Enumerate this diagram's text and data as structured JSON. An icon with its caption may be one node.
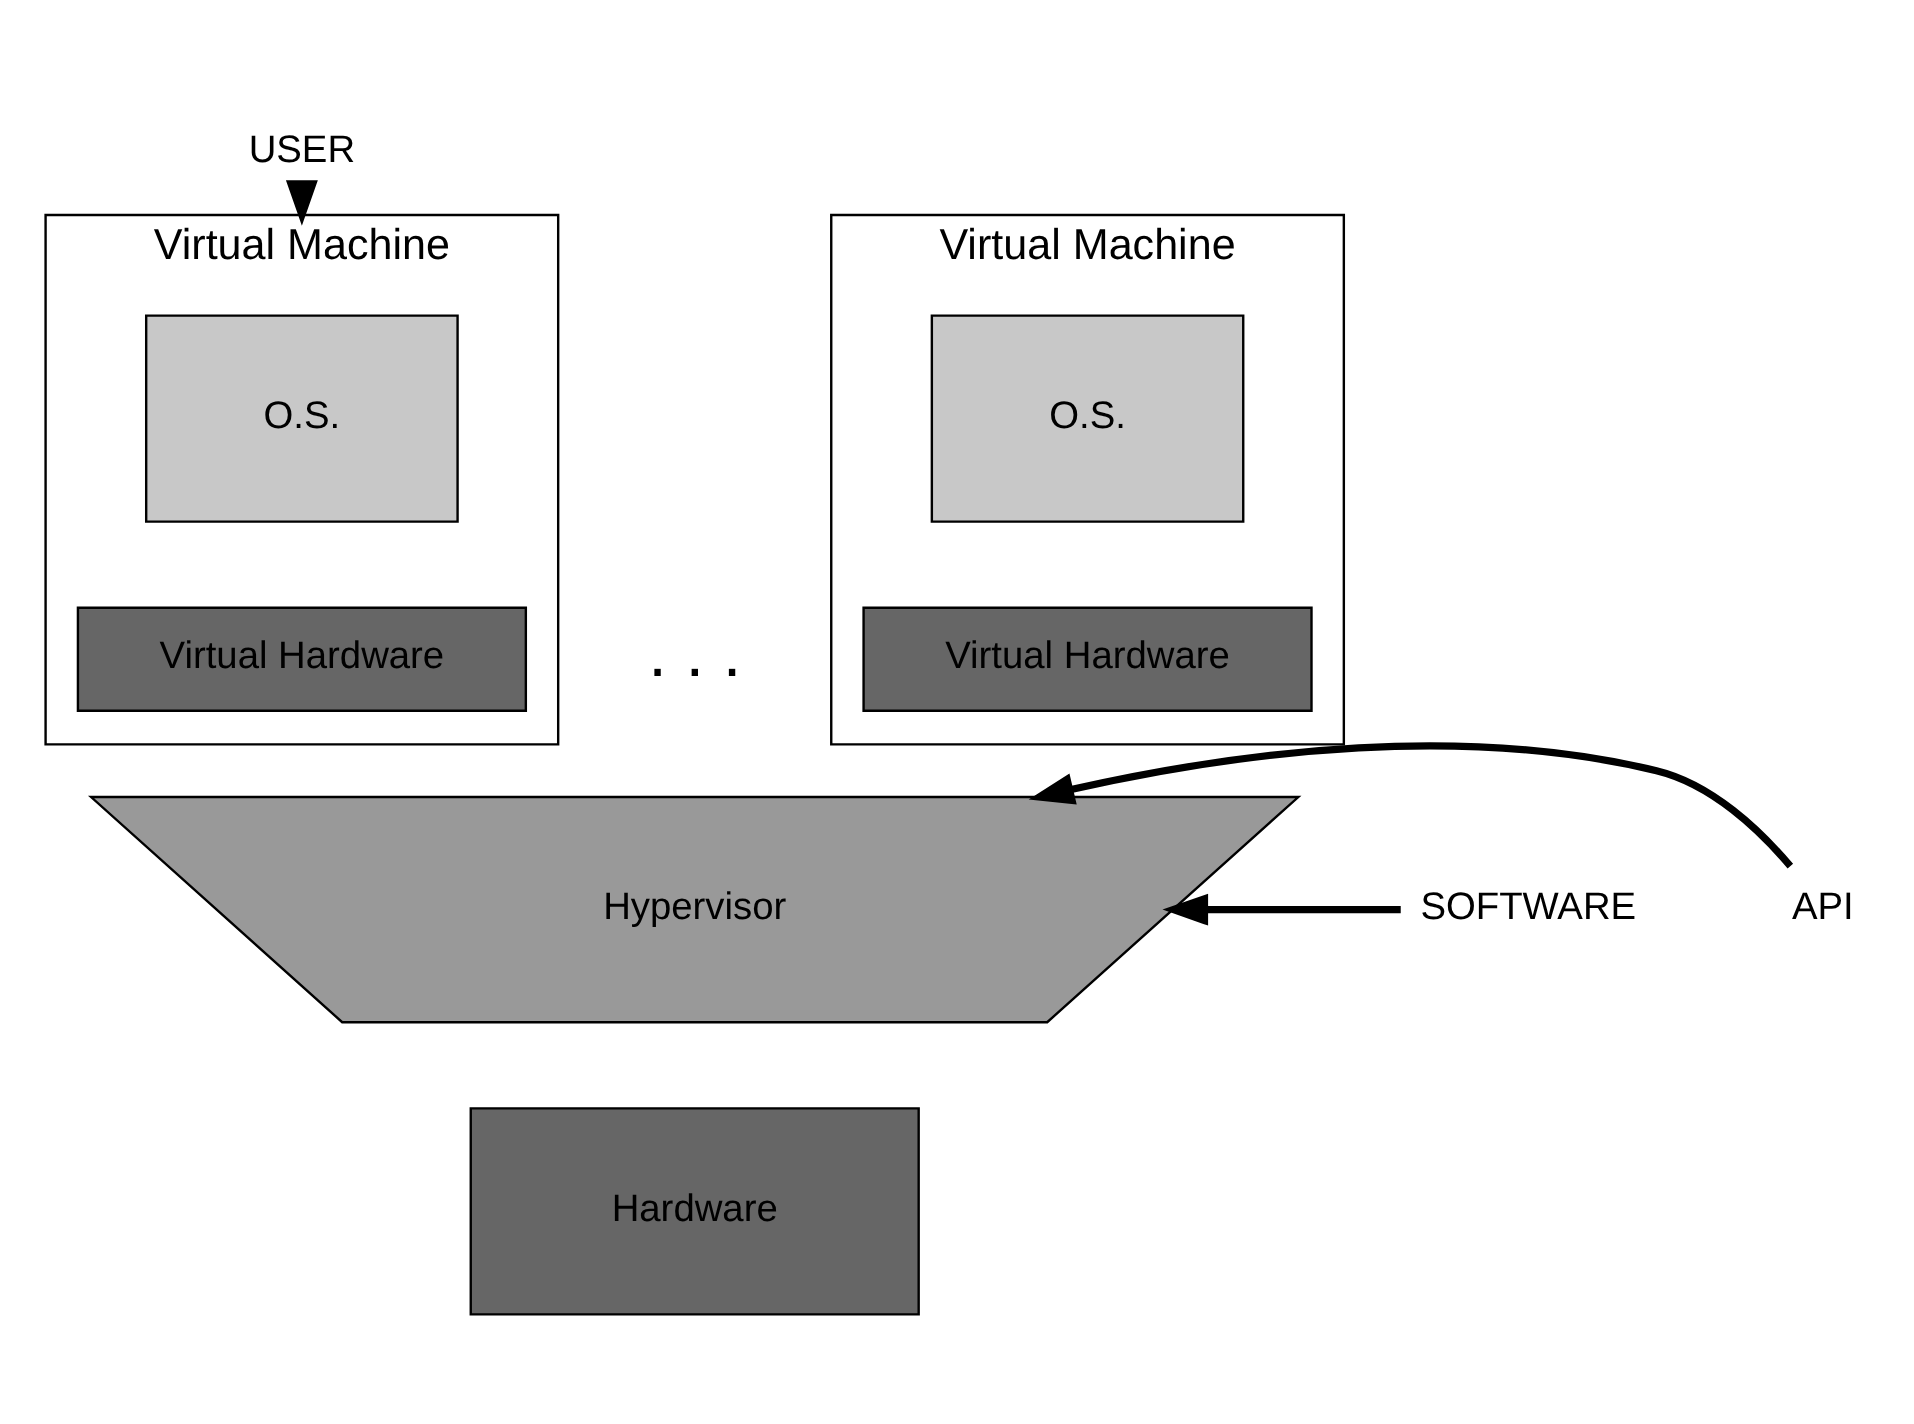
{
  "diagram": {
    "nodes": [
      {
        "text": [
          "USER"
        ]
      },
      {
        "text": [
          "Virtual Machine"
        ]
      },
      {
        "text": [
          "O.S."
        ],
        "in": 1
      },
      {
        "text": [
          "Virtual Hardware"
        ],
        "in": 1
      },
      {
        "text": [
          "Virtual Machine"
        ]
      },
      {
        "text": [
          "O.S."
        ],
        "in": 4
      },
      {
        "text": [
          "Virtual Hardware"
        ],
        "in": 4
      },
      {
        "text": [
          "Hypervisor"
        ]
      },
      {
        "text": [
          "Hardware"
        ]
      },
      {
        "text": [
          "API"
        ]
      },
      {
        "text": [
          "SOFTWARE"
        ]
      }
    ],
    "edges": [
      {
        "from": 0,
        "to": 1,
        "arrow": "to"
      },
      {
        "from": 9,
        "to": 7,
        "arrow": "to"
      },
      {
        "from": 10,
        "to": 7,
        "arrow": "to"
      }
    ],
    "labels": [
      ". . ."
    ]
  }
}
